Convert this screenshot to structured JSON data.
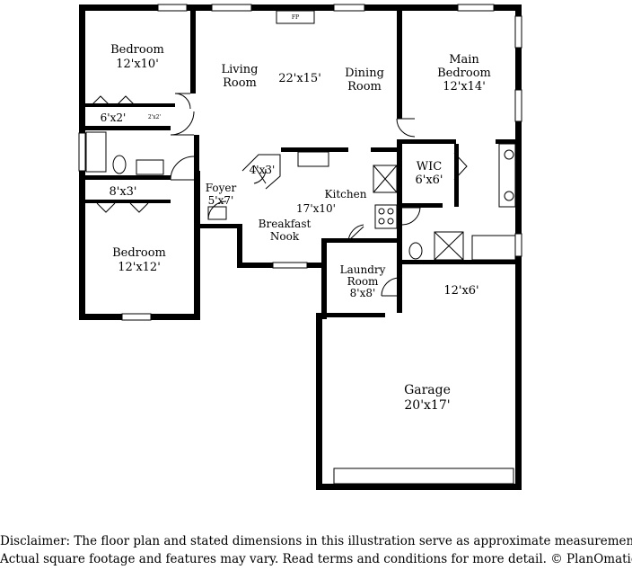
{
  "plan": {
    "rooms": {
      "bedroom_top": {
        "name": "Bedroom",
        "dims": "12'x10'"
      },
      "living": {
        "name_line1": "Living",
        "name_line2": "Room",
        "dims": "22'x15'"
      },
      "dining": {
        "name_line1": "Dining",
        "name_line2": "Room"
      },
      "fireplace": {
        "label": "FP"
      },
      "main_bedroom": {
        "name_line1": "Main",
        "name_line2": "Bedroom",
        "dims": "12'x14'"
      },
      "closet_6x2": {
        "dims": "6'x2'"
      },
      "closet_2x2": {
        "dims": "2'x2'"
      },
      "closet_8x3": {
        "dims": "8'x3'"
      },
      "pantry": {
        "dims": "4'x3'"
      },
      "wic": {
        "name": "WIC",
        "dims": "6'x6'"
      },
      "foyer": {
        "name": "Foyer",
        "dims": "5'x7'"
      },
      "kitchen": {
        "name": "Kitchen",
        "dims": "17'x10'"
      },
      "breakfast_nook": {
        "name_line1": "Breakfast",
        "name_line2": "Nook"
      },
      "bedroom_bottom": {
        "name": "Bedroom",
        "dims": "12'x12'"
      },
      "laundry": {
        "name_line1": "Laundry",
        "name_line2": "Room",
        "dims": "8'x8'"
      },
      "main_bath": {
        "dims": "12'x6'"
      },
      "garage": {
        "name": "Garage",
        "dims": "20'x17'"
      }
    }
  },
  "disclaimer": {
    "line1": "Disclaimer: The floor plan and stated dimensions in this illustration serve as approximate measurements.",
    "line2": "Actual square footage and features may vary. Read terms and conditions for more detail. © PlanOmatic"
  }
}
